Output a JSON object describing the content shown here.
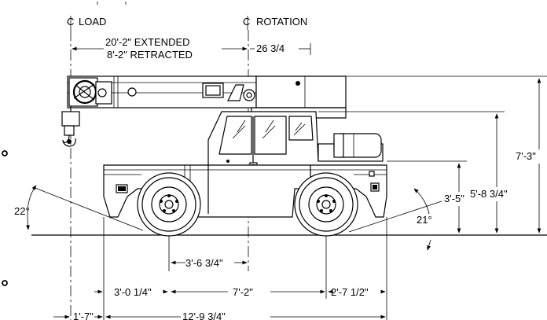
{
  "labels": {
    "cl_load": "LOAD",
    "cl_rotation": "ROTATION",
    "extended": "20'-2\" EXTENDED",
    "retracted": "8'-2\" RETRACTED",
    "rot_offset": "26 3/4",
    "height_total": "7'-3\"",
    "height_cab": "5'-8 3/4\"",
    "height_deck": "3'-5\"",
    "angle_front": "22°",
    "angle_rear": "21°",
    "rot_to_front_axle": "3'-6 3/4\"",
    "front_overhang": "3'-0 1/4\"",
    "wheelbase": "7'-2\"",
    "rear_overhang": "2'-7 1/2\"",
    "boom_to_front": "1'-7\"",
    "overall_length": "12'-9 3/4\""
  },
  "icons": {
    "centerline": "centerline-symbol-icon",
    "bullet": "bullet-dot-icon"
  }
}
